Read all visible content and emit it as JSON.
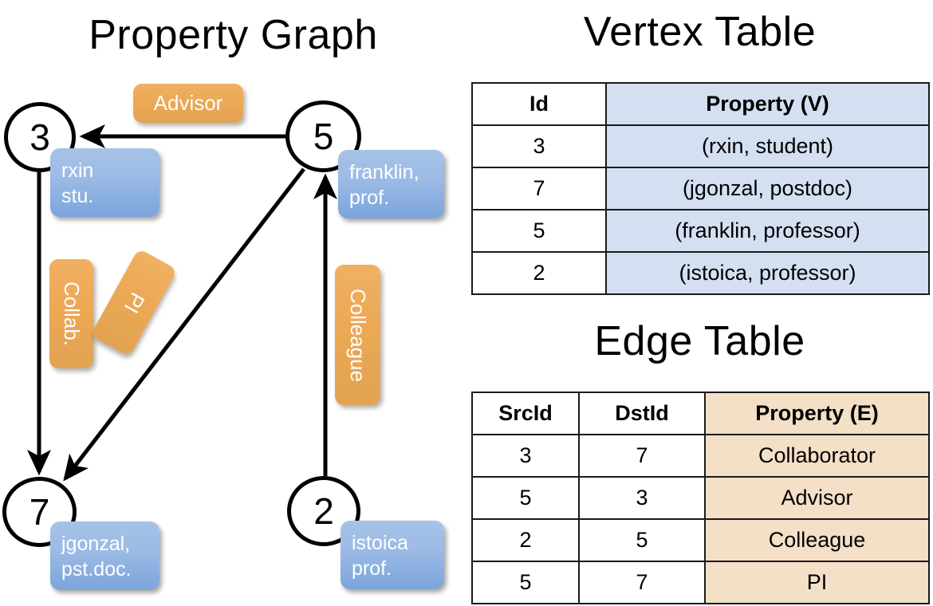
{
  "titles": {
    "property_graph": "Property Graph",
    "vertex_table": "Vertex Table",
    "edge_table": "Edge Table"
  },
  "colors": {
    "vertex_property_fill": "#d4dff1",
    "edge_property_fill": "#f4dfc7",
    "node_callout_blue": "#7ba5dc",
    "edge_label_orange": "#eca855",
    "stroke": "#000000"
  },
  "graph": {
    "vertices": [
      {
        "id": "3",
        "callout_line1": "rxin",
        "callout_line2": "stu."
      },
      {
        "id": "5",
        "callout_line1": "franklin,",
        "callout_line2": "prof."
      },
      {
        "id": "7",
        "callout_line1": "jgonzal,",
        "callout_line2": "pst.doc."
      },
      {
        "id": "2",
        "callout_line1": "istoica",
        "callout_line2": "prof."
      }
    ],
    "edge_labels": [
      {
        "name": "advisor",
        "text": "Advisor"
      },
      {
        "name": "collab",
        "text": "Collab."
      },
      {
        "name": "pi",
        "text": "PI"
      },
      {
        "name": "colleague",
        "text": "Colleague"
      }
    ]
  },
  "vertex_table": {
    "headers": [
      "Id",
      "Property (V)"
    ],
    "rows": [
      {
        "id": "3",
        "property": "(rxin, student)"
      },
      {
        "id": "7",
        "property": "(jgonzal, postdoc)"
      },
      {
        "id": "5",
        "property": "(franklin, professor)"
      },
      {
        "id": "2",
        "property": "(istoica, professor)"
      }
    ]
  },
  "edge_table": {
    "headers": [
      "SrcId",
      "DstId",
      "Property (E)"
    ],
    "rows": [
      {
        "src": "3",
        "dst": "7",
        "property": "Collaborator"
      },
      {
        "src": "5",
        "dst": "3",
        "property": "Advisor"
      },
      {
        "src": "2",
        "dst": "5",
        "property": "Colleague"
      },
      {
        "src": "5",
        "dst": "7",
        "property": "PI"
      }
    ]
  }
}
